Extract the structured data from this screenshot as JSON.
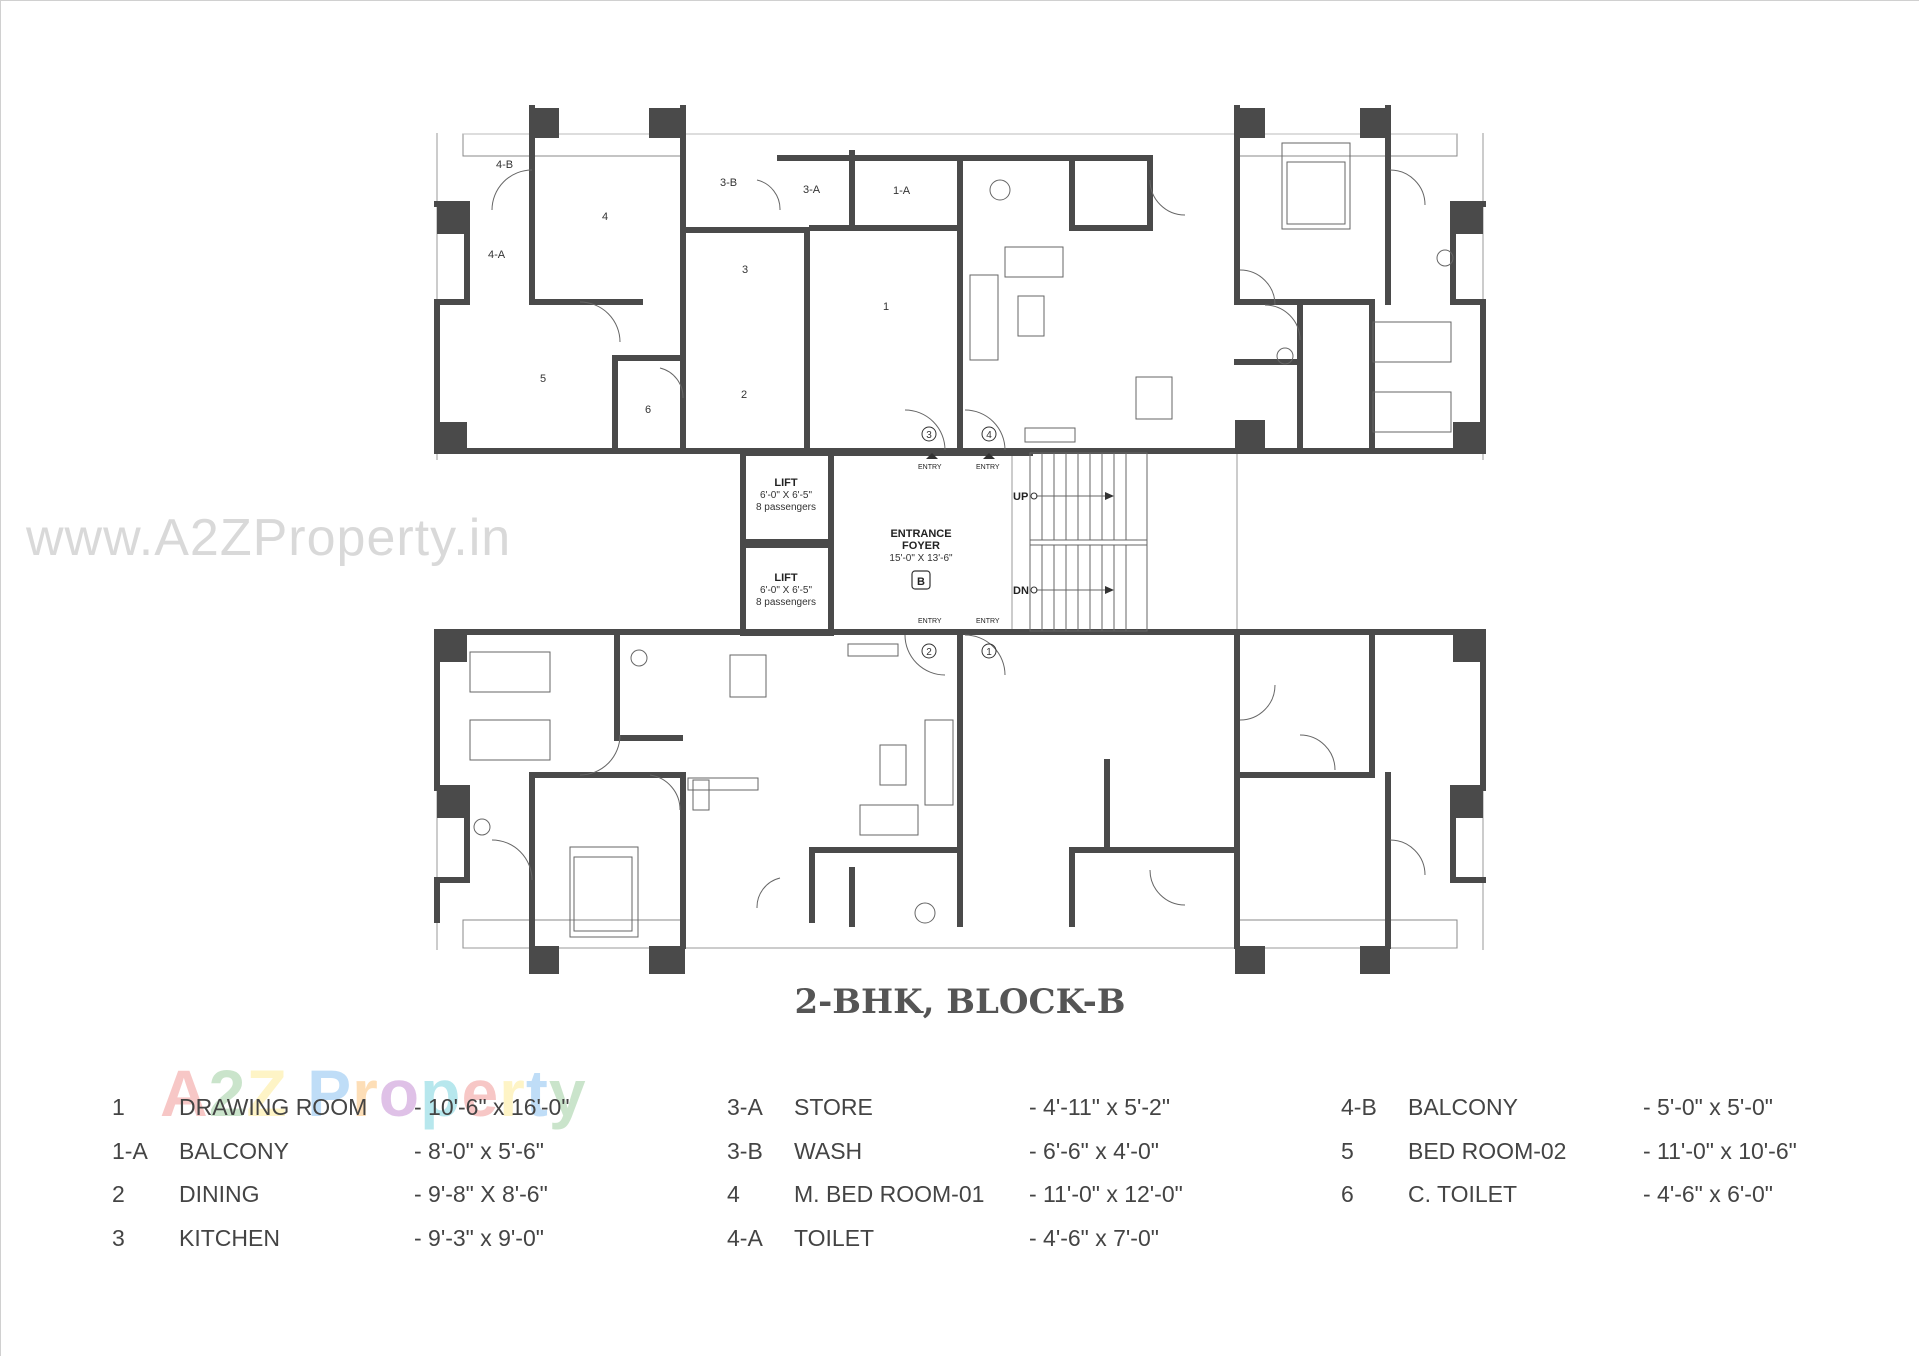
{
  "watermark": "www.A2ZProperty.in",
  "logo": [
    "A",
    "2",
    "Z",
    " ",
    "P",
    "r",
    "o",
    "p",
    "e",
    "r",
    "t",
    "y"
  ],
  "title": "2-BHK, BLOCK-B",
  "room_tags": {
    "r4b": "4-B",
    "r4a": "4-A",
    "r4": "4",
    "r3b": "3-B",
    "r3a": "3-A",
    "r1a": "1-A",
    "r3": "3",
    "r1": "1",
    "r5": "5",
    "r6": "6",
    "r2": "2"
  },
  "core": {
    "lift1": {
      "name": "LIFT",
      "size": "6'-0\" X 6'-5\"",
      "cap": "8 passengers"
    },
    "lift2": {
      "name": "LIFT",
      "size": "6'-0\" X 6'-5\"",
      "cap": "8 passengers"
    },
    "foyer": {
      "name1": "ENTRANCE",
      "name2": "FOYER",
      "size": "15'-0\" X 13'-6\"",
      "block": "B"
    },
    "up": "UP",
    "dn": "DN",
    "entry": "ENTRY",
    "unit_nums": [
      "3",
      "4",
      "2",
      "1"
    ]
  },
  "legend": [
    [
      {
        "code": "1",
        "name": "DRAWING ROOM",
        "size": "- 10'-6\" x 16'-0\""
      },
      {
        "code": "1-A",
        "name": "BALCONY",
        "size": "- 8'-0\" x 5'-6\""
      },
      {
        "code": "2",
        "name": "DINING",
        "size": "- 9'-8\" X 8'-6\""
      },
      {
        "code": "3",
        "name": "KITCHEN",
        "size": "- 9'-3\" x 9'-0\""
      }
    ],
    [
      {
        "code": "3-A",
        "name": "STORE",
        "size": "- 4'-11\" x 5'-2\""
      },
      {
        "code": "3-B",
        "name": "WASH",
        "size": "- 6'-6\" x 4'-0\""
      },
      {
        "code": "4",
        "name": "M. BED ROOM-01",
        "size": "- 11'-0\" x 12'-0\""
      },
      {
        "code": "4-A",
        "name": "TOILET",
        "size": "- 4'-6\" x 7'-0\""
      }
    ],
    [
      {
        "code": "4-B",
        "name": "BALCONY",
        "size": "- 5'-0\" x 5'-0\""
      },
      {
        "code": "5",
        "name": "BED ROOM-02",
        "size": "- 11'-0\" x 10'-6\""
      },
      {
        "code": "6",
        "name": "C. TOILET",
        "size": "- 4'-6\" x 6'-0\""
      }
    ]
  ]
}
